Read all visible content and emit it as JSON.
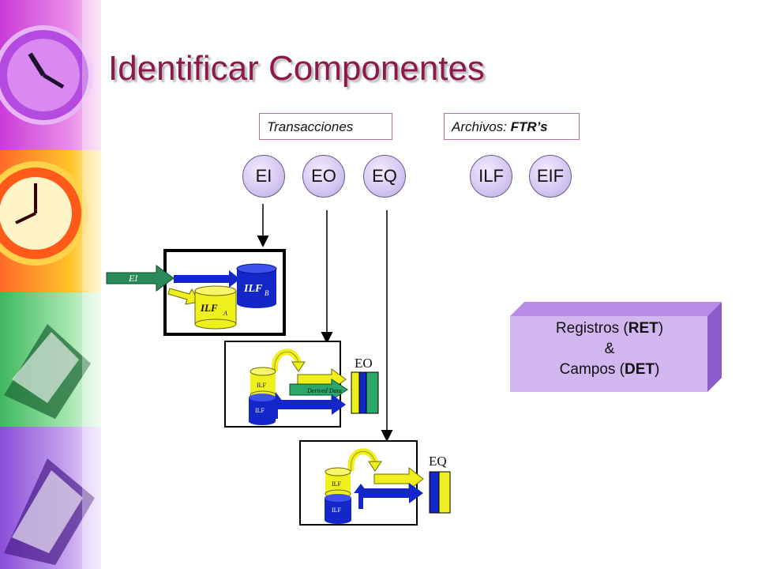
{
  "title": "Identificar Componentes",
  "transactions_label": "Transacciones",
  "files_label_prefix": "Archivos: ",
  "files_label_bold": "FTR’s",
  "transactions": [
    "EI",
    "EO",
    "EQ"
  ],
  "files": [
    "ILF",
    "EIF"
  ],
  "diagram": {
    "ei_arrow_label": "EI",
    "ilf_b": "ILF",
    "ilf_b_sub": "B",
    "ilf_a": "ILF",
    "ilf_a_sub": "A",
    "eo_title": "EO",
    "eo_ilf_top": "ILF",
    "eo_ilf_bottom": "ILF",
    "derived_data": "Derived Data",
    "eq_title": "EQ",
    "eq_ilf_top": "ILF",
    "eq_ilf_bottom": "ILF"
  },
  "summary_box": {
    "line1_prefix": "Registros (",
    "line1_bold": "RET",
    "line1_suffix": ")",
    "line2": "&",
    "line3_prefix": "Campos (",
    "line3_bold": "DET",
    "line3_suffix": ")"
  },
  "colors": {
    "title": "#8b1a4a",
    "circle_fill": "#d6c9f2",
    "box_front": "#d2b6ef",
    "box_side": "#9b6fd6",
    "cylinder_blue": "#1326c8",
    "cylinder_yellow": "#f0ef1e",
    "ei_arrow": "#2a8a5a"
  }
}
